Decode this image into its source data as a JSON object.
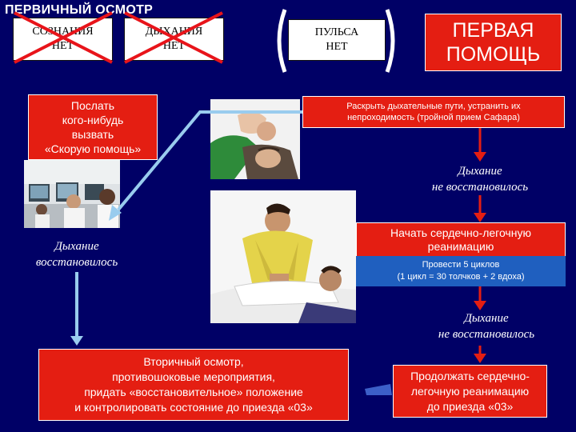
{
  "title": "ПЕРВИЧНЫЙ ОСМОТР",
  "checks": [
    {
      "line1": "СОЗНАНИЯ",
      "line2": "НЕТ"
    },
    {
      "line1": "ДЫХАНИЯ",
      "line2": "НЕТ"
    }
  ],
  "pulse": {
    "line1": "ПУЛЬСА",
    "line2": "НЕТ"
  },
  "first_aid": {
    "line1": "ПЕРВАЯ",
    "line2": "ПОМОЩЬ"
  },
  "call": {
    "lines": [
      "Послать",
      "кого-нибудь",
      "вызвать",
      "«Скорую помощь»"
    ]
  },
  "airway": {
    "lines": [
      "Раскрыть дыхательные пути, устранить их",
      "непроходимость (тройной прием Сафара)"
    ]
  },
  "no_breath_1": {
    "line1": "Дыхание",
    "line2": "не восстановилось"
  },
  "cpr_start": {
    "line1": "Начать сердечно-легочную",
    "line2": "реанимацию"
  },
  "cycles": {
    "line1": "Провести 5 циклов",
    "line2": "(1 цикл = 30 толчков + 2 вдоха)"
  },
  "breath_restored": {
    "line1": "Дыхание",
    "line2": "восстановилось"
  },
  "no_breath_2": {
    "line1": "Дыхание",
    "line2": "не восстановилось"
  },
  "secondary": {
    "lines": [
      "Вторичный осмотр,",
      "противошоковые мероприятия,",
      "придать «восстановительное» положение",
      "и контролировать состояние до приезда «03»"
    ]
  },
  "continue": {
    "lines": [
      "Продолжать сердечно-",
      "легочную реанимацию",
      "до приезда «03»"
    ]
  },
  "colors": {
    "background": "#000066",
    "red": "#e41e12",
    "blue": "#1f5fbf",
    "arrow_light": "#99ccee"
  }
}
